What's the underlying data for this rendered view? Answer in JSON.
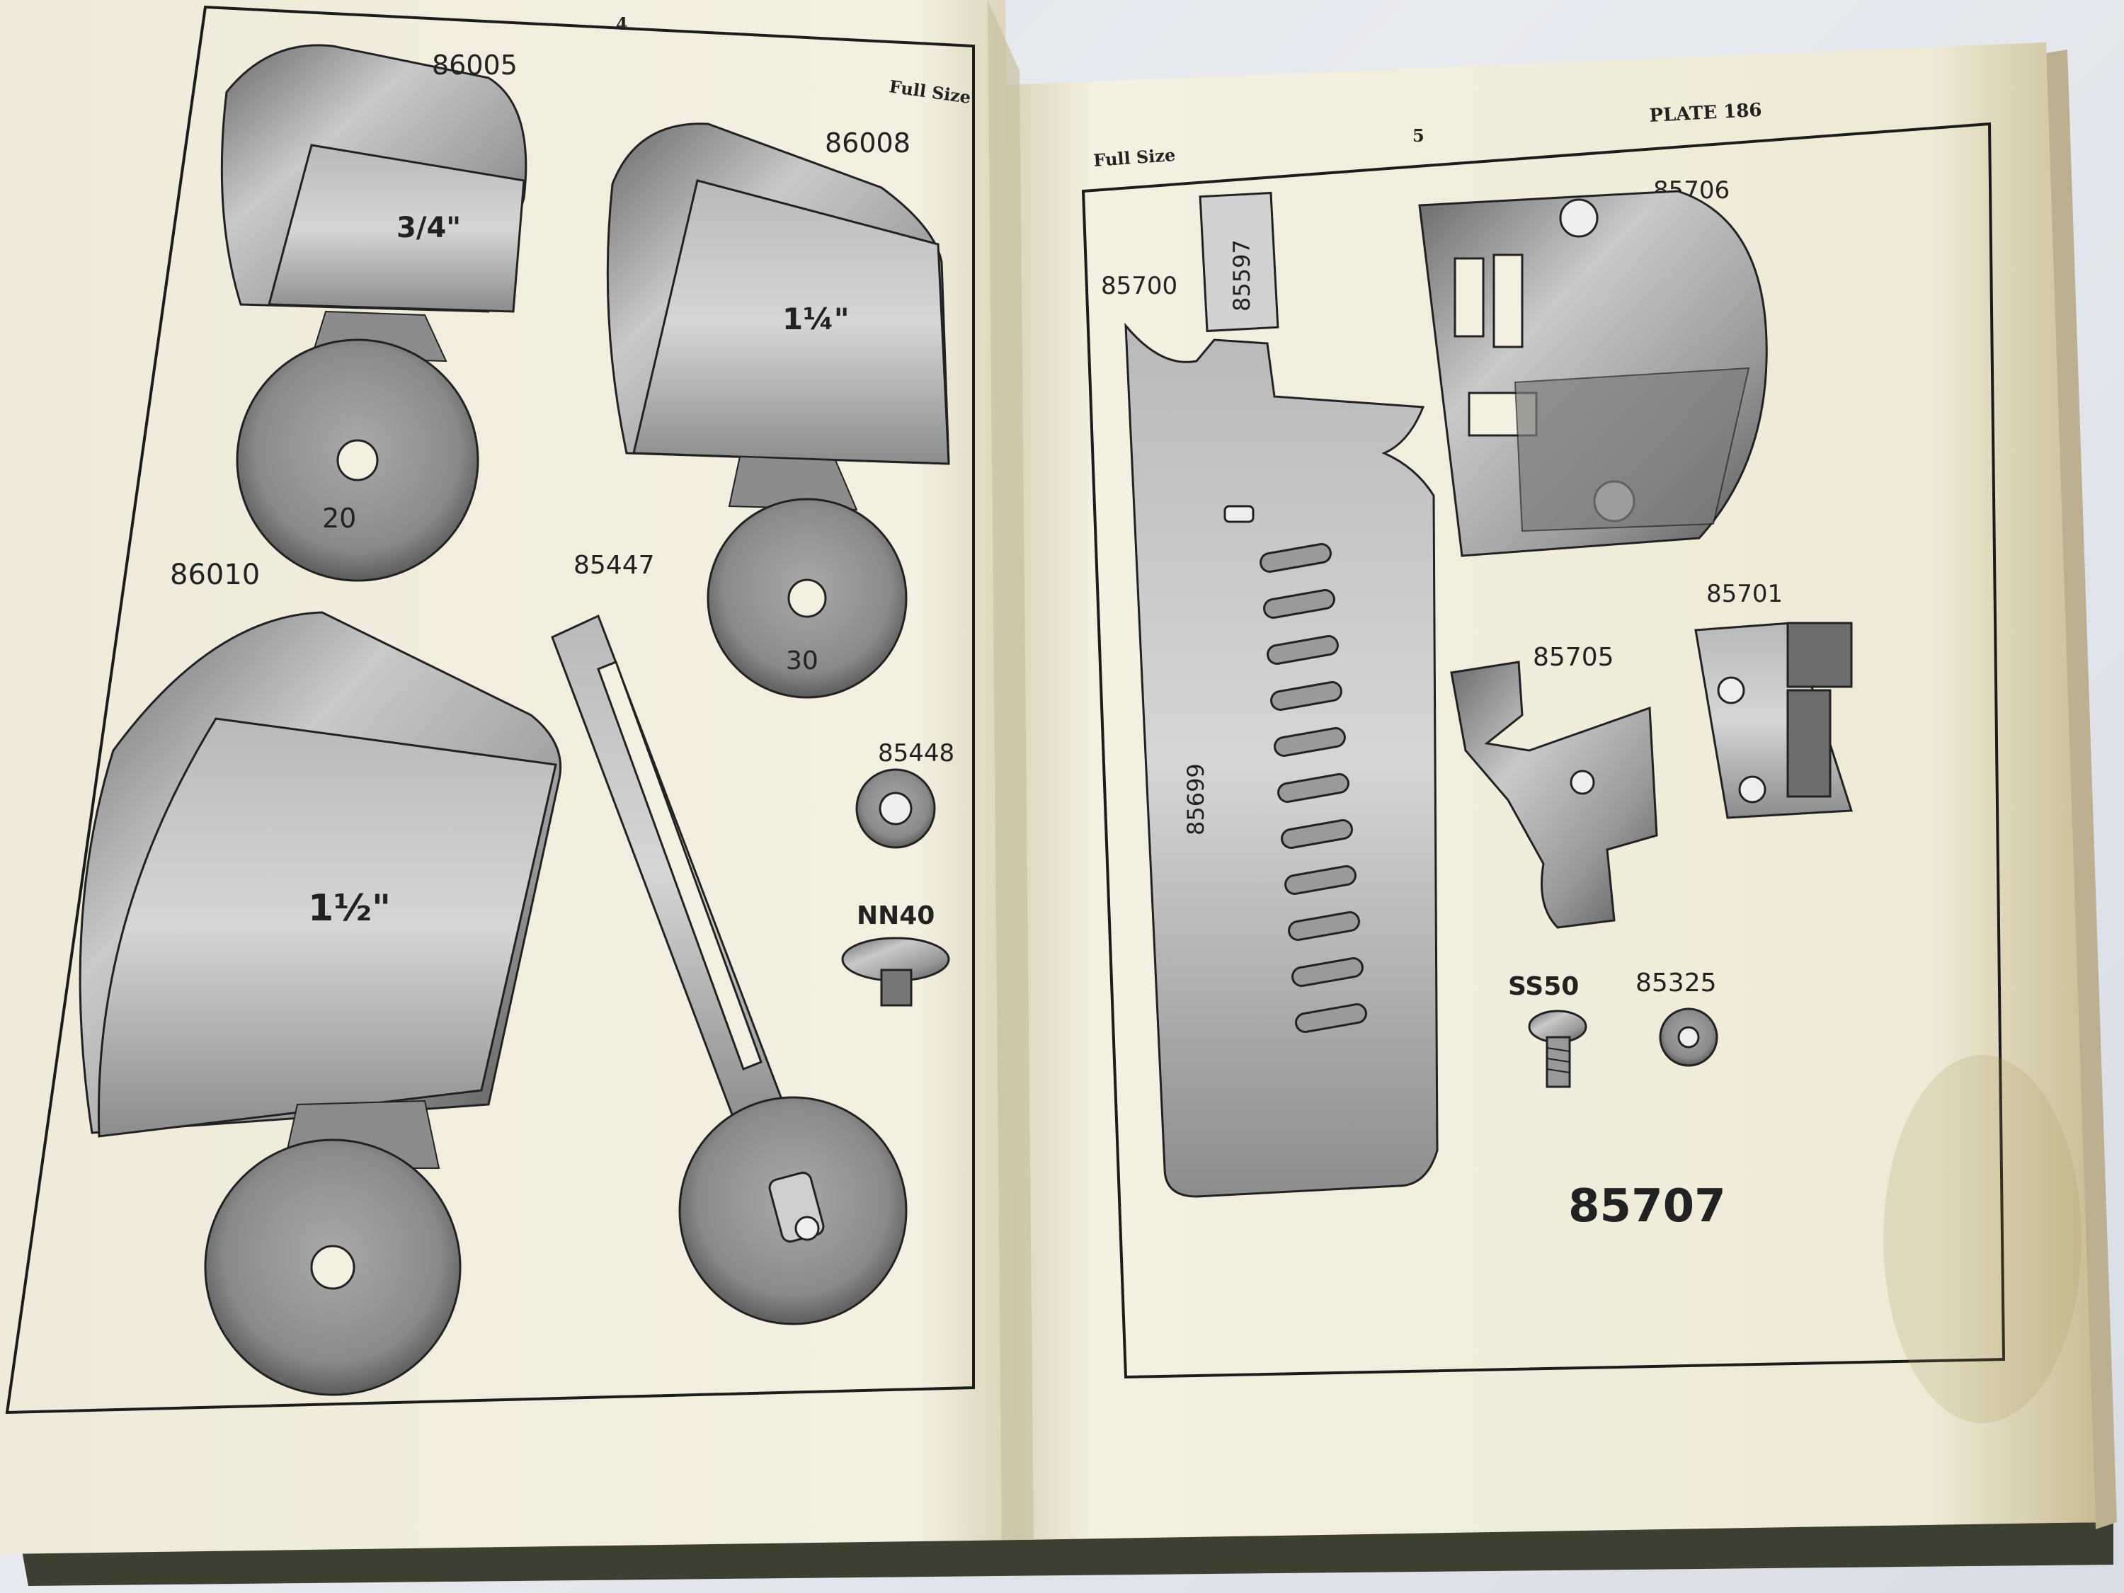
{
  "colors": {
    "paper": "#f2eedd",
    "paper_edge": "#d8cfa9",
    "ink": "#1c1c1c",
    "metal_light": "#cfcfcf",
    "metal_mid": "#9a9a9a",
    "metal_dark": "#4a4a4a",
    "cover": "#3a3a2c",
    "background": "#e3e6ec"
  },
  "left_page": {
    "page_number": "4",
    "size_note": "Full Size",
    "parts": [
      {
        "id": "86005",
        "label": "86005",
        "size": "3/4\"",
        "disc": "20"
      },
      {
        "id": "86008",
        "label": "86008",
        "size": "1¼\"",
        "disc": "30"
      },
      {
        "id": "86010",
        "label": "86010",
        "size": "1½\""
      },
      {
        "id": "85447",
        "label": "85447"
      },
      {
        "id": "85448",
        "label": "85448"
      },
      {
        "id": "NN40",
        "label": "NN40"
      }
    ]
  },
  "right_page": {
    "page_number": "5",
    "size_note": "Full Size",
    "plate": "PLATE 186",
    "parts": [
      {
        "id": "85700",
        "label": "85700"
      },
      {
        "id": "85597",
        "label": "85597"
      },
      {
        "id": "85699",
        "label": "85699"
      },
      {
        "id": "85706",
        "label": "85706"
      },
      {
        "id": "85701",
        "label": "85701"
      },
      {
        "id": "85705",
        "label": "85705"
      },
      {
        "id": "SS50",
        "label": "SS50"
      },
      {
        "id": "85325",
        "label": "85325"
      },
      {
        "id": "85707",
        "label": "85707"
      }
    ]
  }
}
